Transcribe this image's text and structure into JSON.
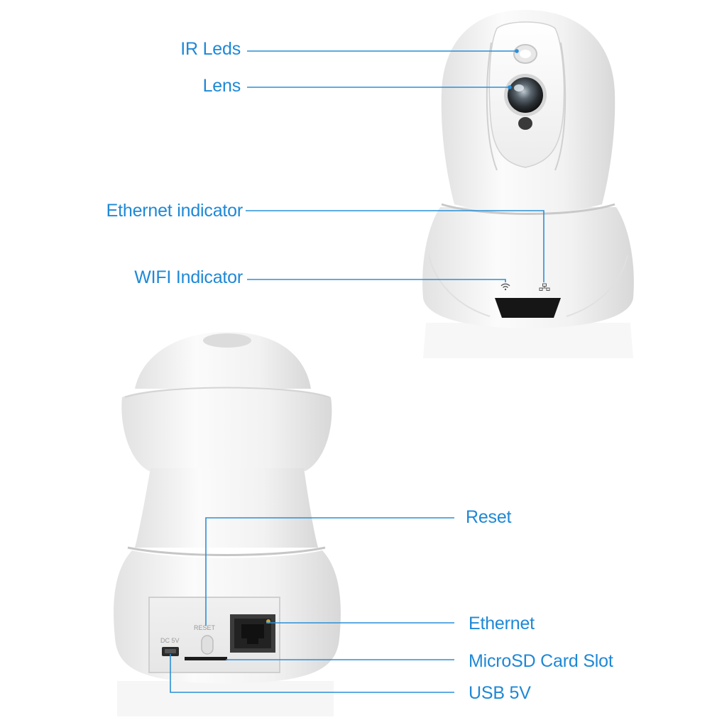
{
  "labels": {
    "ir_leds": "IR Leds",
    "lens": "Lens",
    "ethernet_indicator": "Ethernet indicator",
    "wifi_indicator": "WIFI Indicator",
    "reset": "Reset",
    "ethernet": "Ethernet",
    "microsd_slot": "MicroSD Card Slot",
    "usb": "USB 5V"
  },
  "port_marks": {
    "reset": "RESET",
    "dc": "DC 5V"
  },
  "colors": {
    "callout_text": "#1e88d6",
    "callout_line": "#2a8fd8",
    "body_white": "#f4f4f4",
    "body_shadow": "#d9d9d9",
    "panel_dark": "#1a1a1a"
  },
  "icons": {
    "wifi": "wifi-icon",
    "ethernet": "network-icon"
  }
}
